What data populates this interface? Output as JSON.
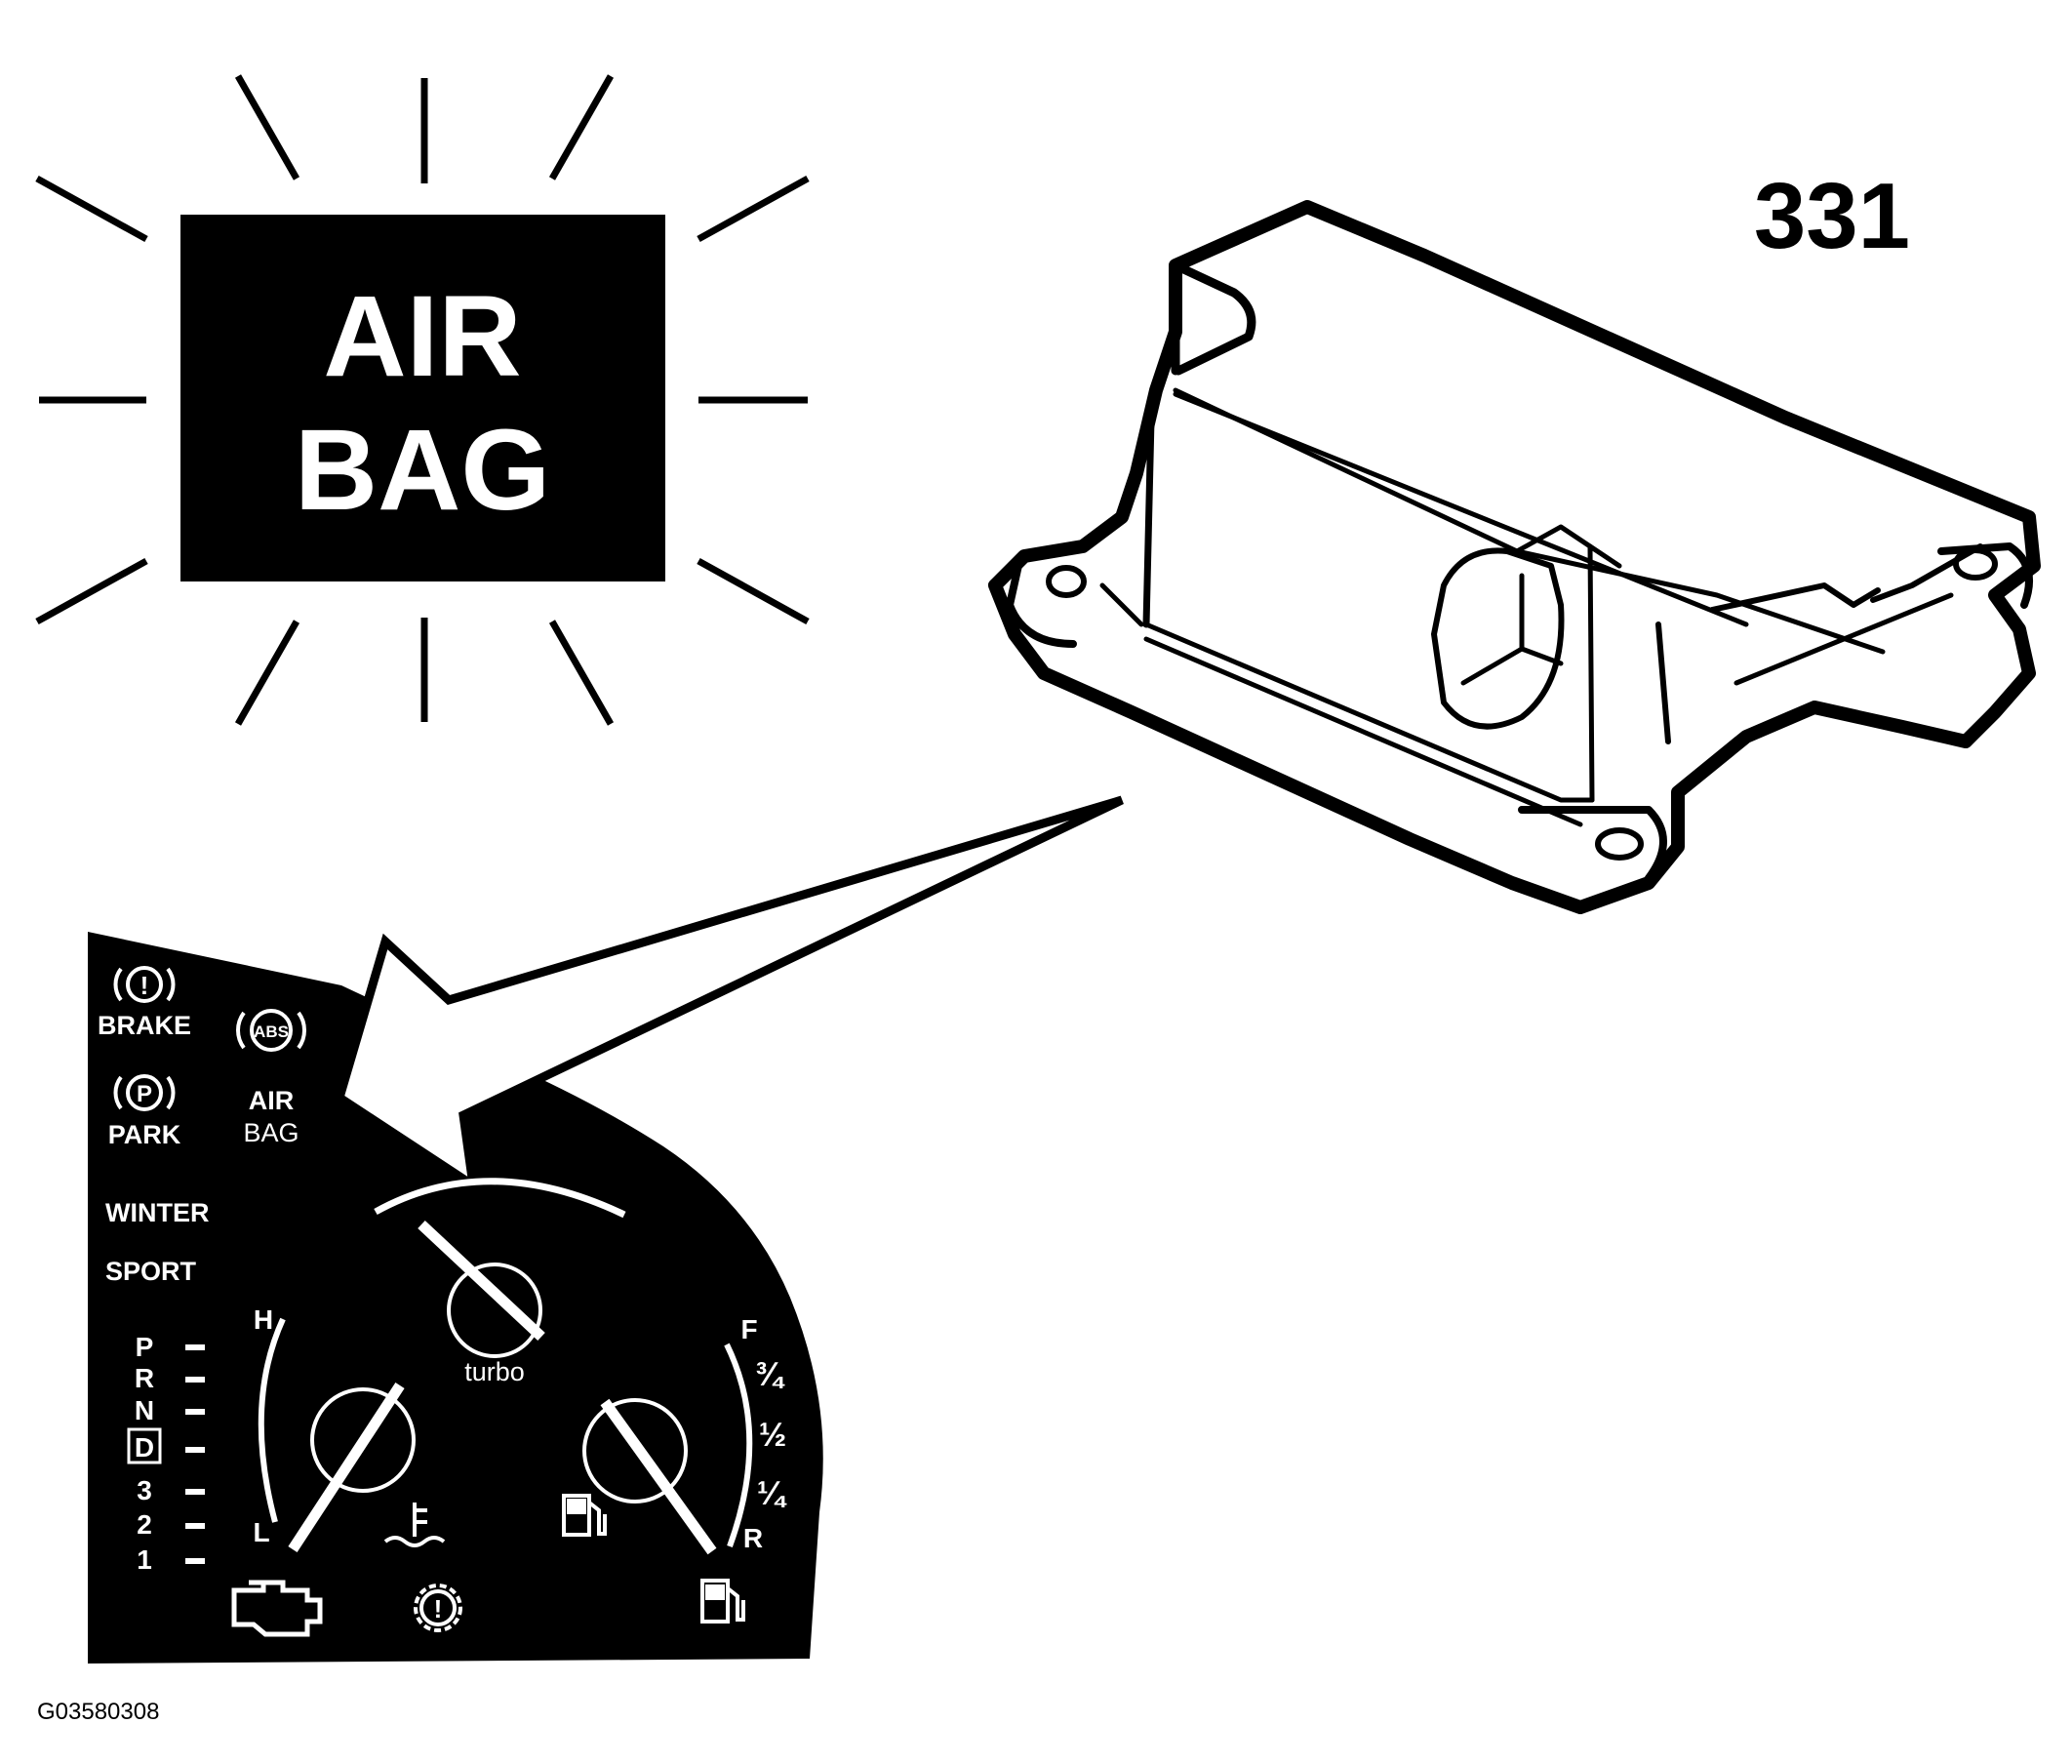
{
  "warning_lamp": {
    "line1": "AIR",
    "line2": "BAG"
  },
  "module": {
    "number": "331"
  },
  "figure_id": "G03580308",
  "cluster": {
    "brake": "BRAKE",
    "park": "PARK",
    "park_symbol": "P",
    "abs_symbol": "ABS",
    "airbag_line1": "AIR",
    "airbag_line2": "BAG",
    "winter": "WINTER",
    "sport": "SPORT",
    "turbo": "turbo",
    "temp_high": "H",
    "temp_low": "L",
    "fuel_full": "F",
    "fuel_three_quarter": "¾",
    "fuel_half": "½",
    "fuel_quarter": "¼",
    "fuel_reserve": "R",
    "gears": [
      "P",
      "R",
      "N",
      "D",
      "3",
      "2",
      "1"
    ]
  },
  "colors": {
    "ink": "#000000",
    "paper": "#ffffff"
  }
}
